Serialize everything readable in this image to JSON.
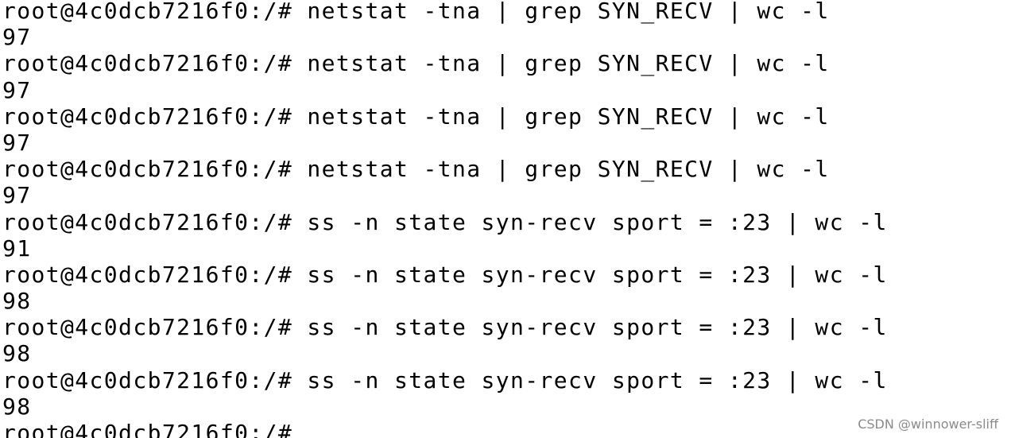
{
  "terminal": {
    "lines": [
      {
        "prompt": "root@4c0dcb7216f0:/#",
        "command": "netstat -tna | grep SYN_RECV | wc -l"
      },
      {
        "output": "97"
      },
      {
        "prompt": "root@4c0dcb7216f0:/#",
        "command": "netstat -tna | grep SYN_RECV | wc -l"
      },
      {
        "output": "97"
      },
      {
        "prompt": "root@4c0dcb7216f0:/#",
        "command": "netstat -tna | grep SYN_RECV | wc -l"
      },
      {
        "output": "97"
      },
      {
        "prompt": "root@4c0dcb7216f0:/#",
        "command": "netstat -tna | grep SYN_RECV | wc -l"
      },
      {
        "output": "97"
      },
      {
        "prompt": "root@4c0dcb7216f0:/#",
        "command": "ss -n state syn-recv sport = :23 | wc -l"
      },
      {
        "output": "91"
      },
      {
        "prompt": "root@4c0dcb7216f0:/#",
        "command": "ss -n state syn-recv sport = :23 | wc -l"
      },
      {
        "output": "98"
      },
      {
        "prompt": "root@4c0dcb7216f0:/#",
        "command": "ss -n state syn-recv sport = :23 | wc -l"
      },
      {
        "output": "98"
      },
      {
        "prompt": "root@4c0dcb7216f0:/#",
        "command": "ss -n state syn-recv sport = :23 | wc -l"
      },
      {
        "output": "98"
      },
      {
        "prompt": "root@4c0dcb7216f0:/#",
        "command": ""
      }
    ]
  },
  "watermark": "CSDN @winnower-sliff"
}
